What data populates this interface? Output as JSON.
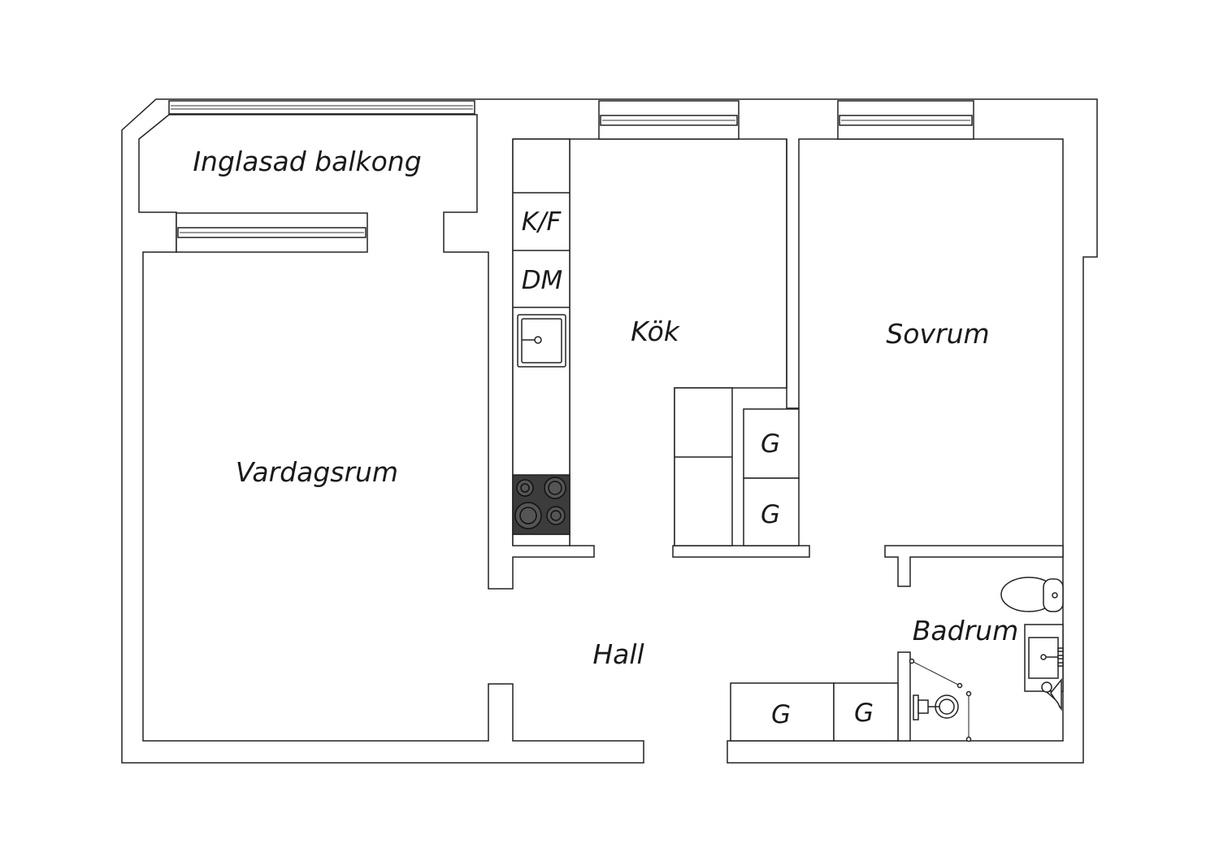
{
  "floor_plan": {
    "rooms": {
      "balcony": "Inglasad balkong",
      "living_room": "Vardagsrum",
      "kitchen": "Kök",
      "bedroom": "Sovrum",
      "hall": "Hall",
      "bathroom": "Badrum"
    },
    "fixtures": {
      "fridge_freezer": "K/F",
      "dishwasher": "DM",
      "wardrobe_1": "G",
      "wardrobe_2": "G",
      "wardrobe_3": "G",
      "wardrobe_4": "G"
    },
    "colors": {
      "line": "#222222",
      "stove": "#3c3c3c",
      "background": "#ffffff"
    }
  }
}
